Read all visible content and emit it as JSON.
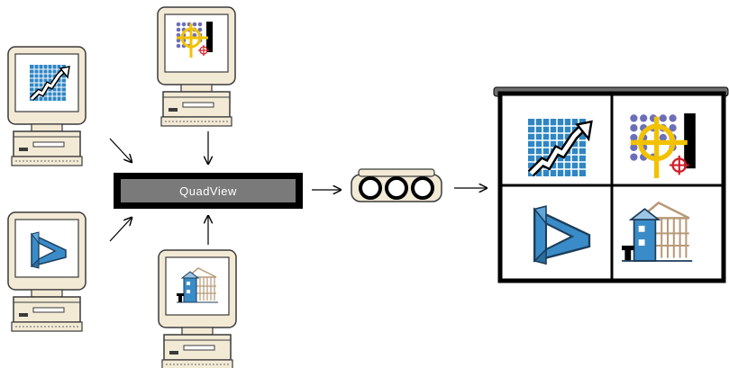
{
  "diagram": {
    "hub": {
      "label": "QuadView"
    },
    "sources": [
      {
        "id": "chart",
        "icon": "rising-chart-icon"
      },
      {
        "id": "target",
        "icon": "crosshair-target-icon"
      },
      {
        "id": "shape",
        "icon": "impossible-triangle-icon"
      },
      {
        "id": "house",
        "icon": "house-construction-icon"
      }
    ],
    "output": {
      "device": "projector-icon",
      "screen": "quad-display-screen"
    }
  },
  "colors": {
    "monitor_body": "#f3ead6",
    "monitor_outline": "#3a3a3a",
    "hub_fill": "#7a7a7a",
    "grid_blue": "#2f86c4",
    "target_yellow": "#f2c200",
    "shape_blue": "#3a8cc8",
    "house_tan": "#b89a78"
  }
}
